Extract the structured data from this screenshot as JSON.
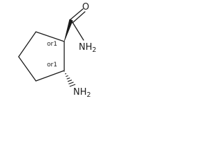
{
  "molecule": {
    "atoms": {
      "oxygen": "O",
      "amide_nitrogen": "NH",
      "amide_nitrogen_subscript": "2",
      "amine_nitrogen": "NH",
      "amine_nitrogen_subscript": "2"
    },
    "stereo_labels": {
      "upper_center": "or1",
      "lower_center": "or1"
    }
  }
}
